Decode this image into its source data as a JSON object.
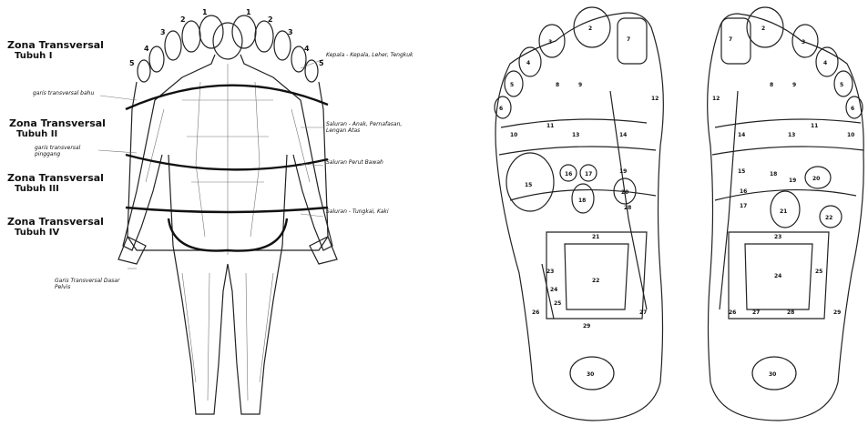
{
  "left": {
    "zone1": {
      "title": "Zona Transversal",
      "sub": "Tubuh I"
    },
    "zone2": {
      "title": "Zona Transversal",
      "sub": "Tubuh II"
    },
    "zone3": {
      "title": "Zona Transversal",
      "sub": "Tubuh III"
    },
    "zone4": {
      "title": "Zona Transversal",
      "sub": "Tubuh IV"
    },
    "line_bahu": "garis transversal bahu",
    "line_pinggang": "garis transversal pinggang",
    "line_dasar_pelvis": "Garis Transversal Dasar Pelvis",
    "right_note1": "Kepala - Kepala, Leher, Tengkuk",
    "right_note2": "Saluran - Anak, Pernafasan, Lengan Atas",
    "right_note3": "Saluran Perut Bawah",
    "right_note4": "Saluran - Tungkai, Kaki",
    "toe_nums_left": [
      "5",
      "4",
      "3",
      "2",
      "1"
    ],
    "toe_nums_right": [
      "1",
      "2",
      "3",
      "4",
      "5"
    ]
  },
  "right": {
    "left_foot_nums": [
      "2",
      "3",
      "4",
      "5",
      "6",
      "7",
      "8",
      "9",
      "10",
      "11",
      "12",
      "13",
      "14",
      "15",
      "16",
      "17",
      "18",
      "19",
      "20",
      "21",
      "22",
      "23",
      "24",
      "25",
      "26",
      "27",
      "28",
      "29",
      "30"
    ],
    "right_foot_nums": [
      "2",
      "3",
      "4",
      "5",
      "6",
      "7",
      "8",
      "9",
      "10",
      "11",
      "12",
      "13",
      "14",
      "15",
      "16",
      "17",
      "18",
      "19",
      "20",
      "21",
      "22",
      "23",
      "24",
      "25",
      "26",
      "27",
      "28",
      "29",
      "30"
    ]
  }
}
